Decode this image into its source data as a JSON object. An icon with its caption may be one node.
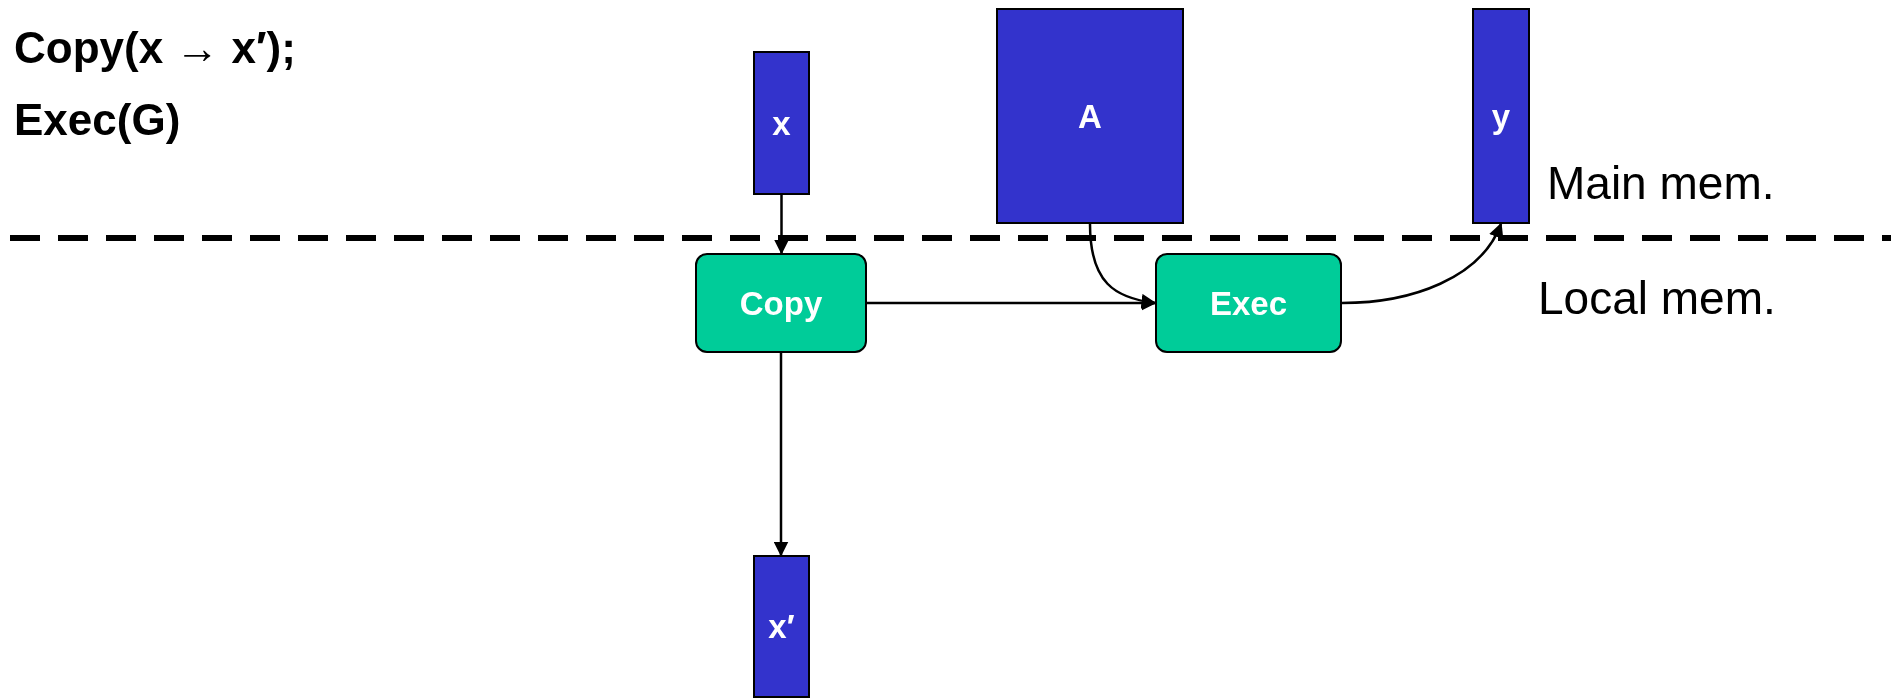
{
  "diagram": {
    "nodes": [
      {
        "text": [
          "x"
        ]
      },
      {
        "text": [
          "A"
        ]
      },
      {
        "text": [
          "y"
        ]
      },
      {
        "text": [
          "Copy"
        ]
      },
      {
        "text": [
          "Exec"
        ]
      },
      {
        "text": [
          "x′"
        ]
      }
    ],
    "edges": [
      {
        "from": 0,
        "to": 3,
        "arrow": "to"
      },
      {
        "from": 3,
        "to": 4,
        "arrow": "to"
      },
      {
        "from": 1,
        "to": 4,
        "arrow": "to"
      },
      {
        "from": 4,
        "to": 2,
        "arrow": "to"
      },
      {
        "from": 3,
        "to": 5,
        "arrow": "to"
      }
    ],
    "labels": [
      "Copy(x → x′);",
      "Exec(G)",
      "Main mem.",
      "Local mem."
    ]
  }
}
